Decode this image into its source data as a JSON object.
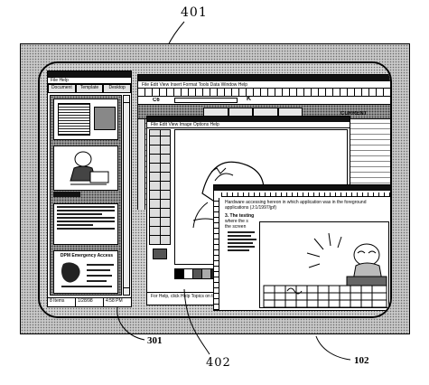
{
  "reference_numerals": {
    "top": "401",
    "bottom_left": "301",
    "bottom_center": "402",
    "bottom_right": "102"
  },
  "left_pane": {
    "tabs": [
      "Document",
      "Template",
      "Desktop"
    ],
    "status_items": [
      "8 Items",
      "1/28/98",
      "4:58 PM"
    ]
  },
  "spreadsheet": {
    "cell_ref": "C6",
    "current_label": "CURRENT"
  },
  "doc_window": {
    "lines": [
      "Hardware accessing hereon in which application was in the foreground",
      "applications (J:1/1997/jpf)",
      "3. The testing",
      "where the s",
      "the screen"
    ]
  },
  "poster": {
    "title": "DPM Emergency Access"
  }
}
